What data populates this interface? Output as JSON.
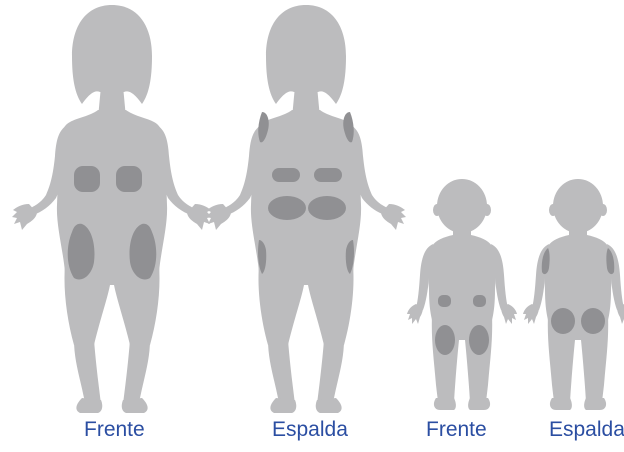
{
  "labels": {
    "adult_front": "Frente",
    "adult_back": "Espalda",
    "child_front": "Frente",
    "child_back": "Espalda"
  },
  "colors": {
    "silhouette": "#bcbcbe",
    "injection_zone": "#909093",
    "label_text": "#2b4ea2",
    "background": "#ffffff"
  },
  "figures": [
    {
      "id": "adult-front",
      "type": "adult",
      "view": "front",
      "zones": [
        "abdomen-left",
        "abdomen-right",
        "thigh-left",
        "thigh-right"
      ]
    },
    {
      "id": "adult-back",
      "type": "adult",
      "view": "back",
      "zones": [
        "upper-arm-left",
        "upper-arm-right",
        "lower-back-left",
        "lower-back-right",
        "buttock-left",
        "buttock-right",
        "outer-thigh-left",
        "outer-thigh-right"
      ]
    },
    {
      "id": "child-front",
      "type": "child",
      "view": "front",
      "zones": [
        "abdomen-left",
        "abdomen-right",
        "thigh-left",
        "thigh-right"
      ]
    },
    {
      "id": "child-back",
      "type": "child",
      "view": "back",
      "zones": [
        "upper-arm-left",
        "upper-arm-right",
        "buttock-left",
        "buttock-right"
      ]
    }
  ]
}
